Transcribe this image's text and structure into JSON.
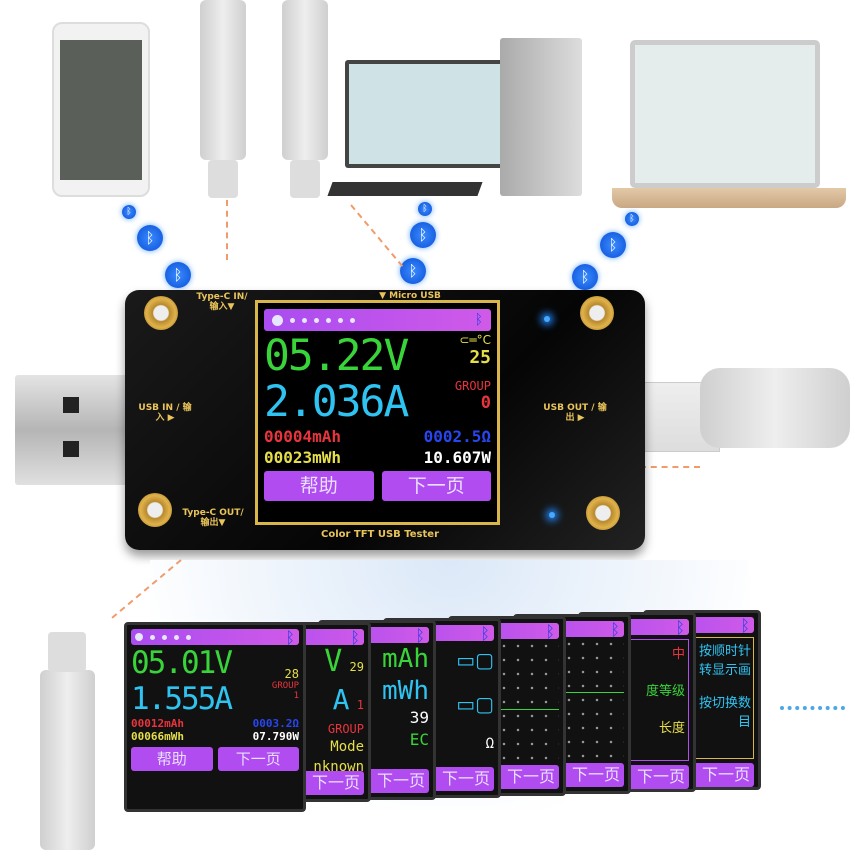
{
  "device": {
    "label_typec_in": "Type-C IN/输入▼",
    "label_micro_usb": "▼ Micro USB",
    "label_usb_in": "USB IN / 输入 ▶",
    "label_usb_out": "USB OUT / 输出 ▶",
    "label_typec_out": "Type-C OUT/输出▼",
    "label_name": "Color TFT USB Tester",
    "screen": {
      "voltage": "05.22V",
      "temp_unit": "°C",
      "temp": "25",
      "current": "2.036A",
      "group_label": "GROUP",
      "group": "0",
      "capacity": "00004mAh",
      "resistance": "0002.5Ω",
      "energy": "00023mWh",
      "power": "10.607W",
      "help_button": "帮助",
      "next_button": "下一页"
    }
  },
  "cards": [
    {
      "voltage": "05.01V",
      "temp": "28",
      "current": "1.555A",
      "group_label": "GROUP",
      "group": "1",
      "capacity": "00012mAh",
      "resistance": "0003.2Ω",
      "energy": "00066mWh",
      "power": "07.790W",
      "help": "帮助",
      "next": "下一页"
    },
    {
      "v": "V",
      "temp": "29",
      "a": "A",
      "group_label": "GROUP",
      "group": "1",
      "mode": "Mode",
      "unknown": "nknown",
      "next": "下一页"
    },
    {
      "l1": "mAh",
      "l2": "mWh",
      "l3": "39",
      "l4": "EC",
      "next": "下一页"
    },
    {
      "l1": "Ω",
      "next": "下一页"
    },
    {
      "next": "下一页"
    },
    {
      "next": "下一页"
    },
    {
      "l1": "中",
      "l2": "度等级",
      "l3": "长度",
      "next": "下一页"
    },
    {
      "l1": "按顺时针",
      "l2": "转显示画",
      "l3": "按切换数",
      "l4": "目",
      "next": "下一页"
    }
  ],
  "icons": {
    "bluetooth": "bluetooth-icon",
    "thermometer": "thermometer-icon"
  },
  "colors": {
    "voltage": "#39d43a",
    "current": "#2fc3f2",
    "capacity": "#e8343c",
    "resistance": "#2846f0",
    "energy": "#e6df4a",
    "power": "#ffffff",
    "bar": "#b04cf0",
    "frame": "#d9b64a"
  }
}
